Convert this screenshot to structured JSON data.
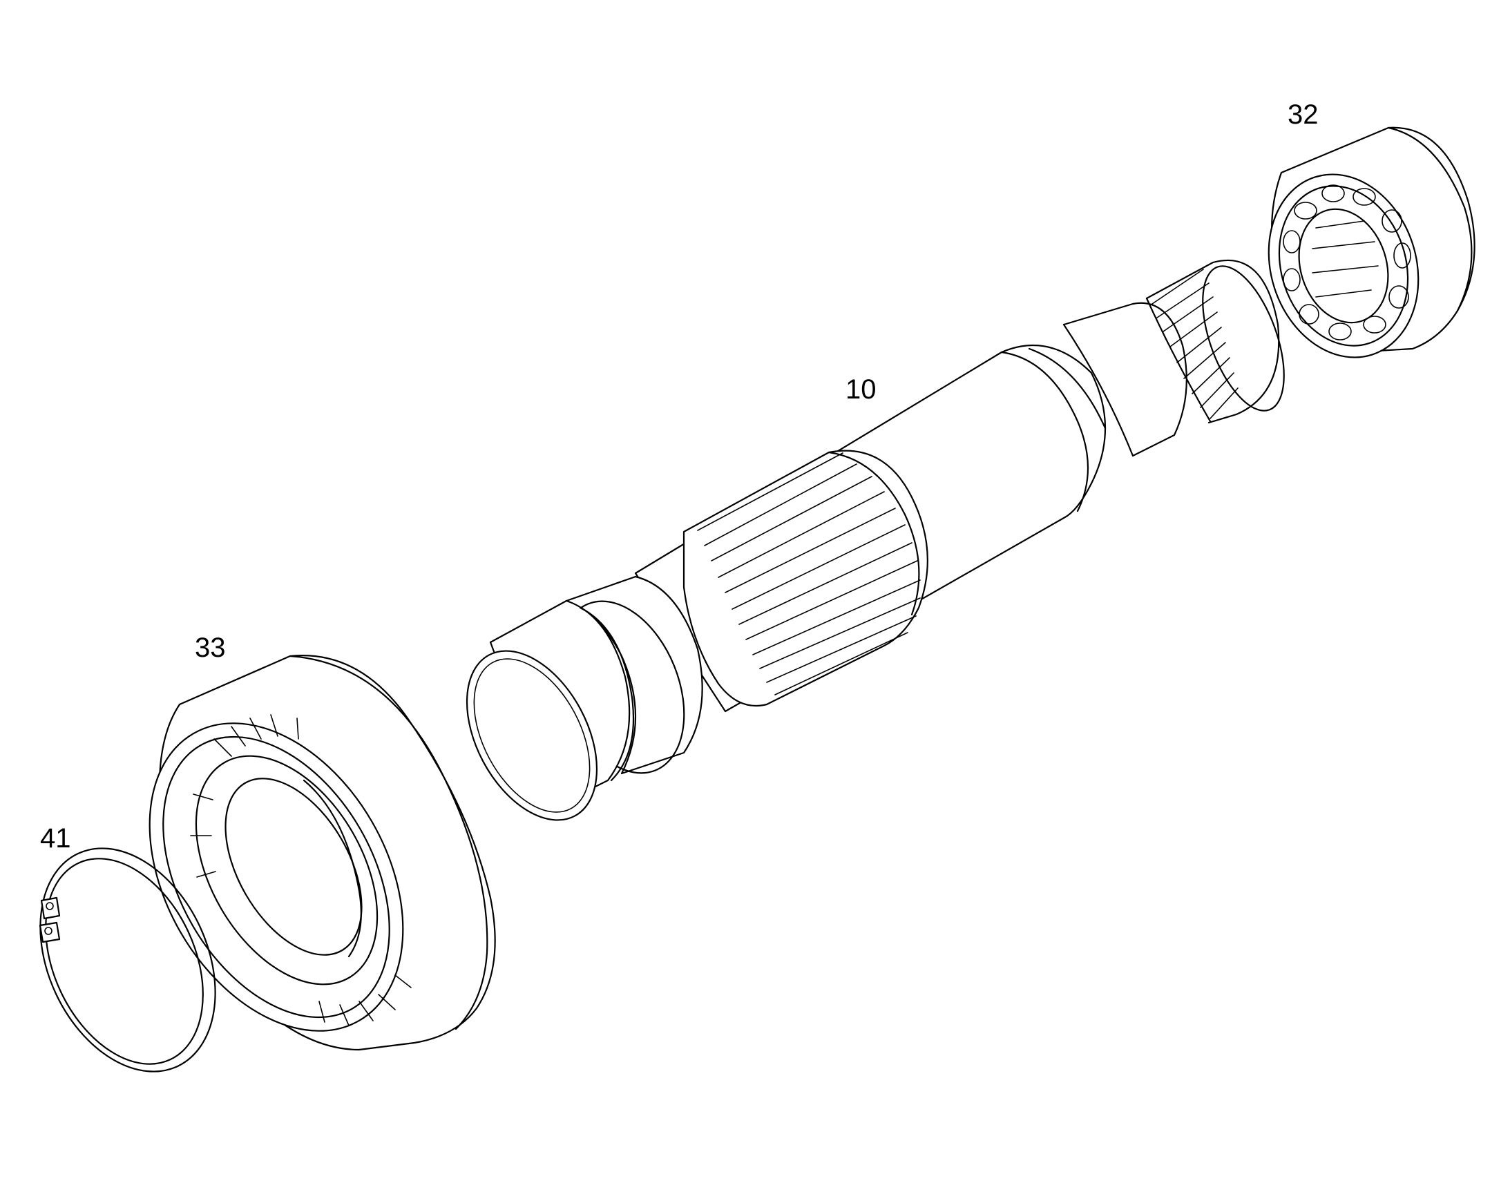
{
  "diagram": {
    "callouts": [
      {
        "id": "32",
        "text": "32",
        "part": "roller-bearing-small"
      },
      {
        "id": "10",
        "text": "10",
        "part": "splined-shaft"
      },
      {
        "id": "33",
        "text": "33",
        "part": "roller-bearing-large"
      },
      {
        "id": "41",
        "text": "41",
        "part": "snap-ring"
      }
    ],
    "line_color": "#000000",
    "background": "#ffffff"
  }
}
